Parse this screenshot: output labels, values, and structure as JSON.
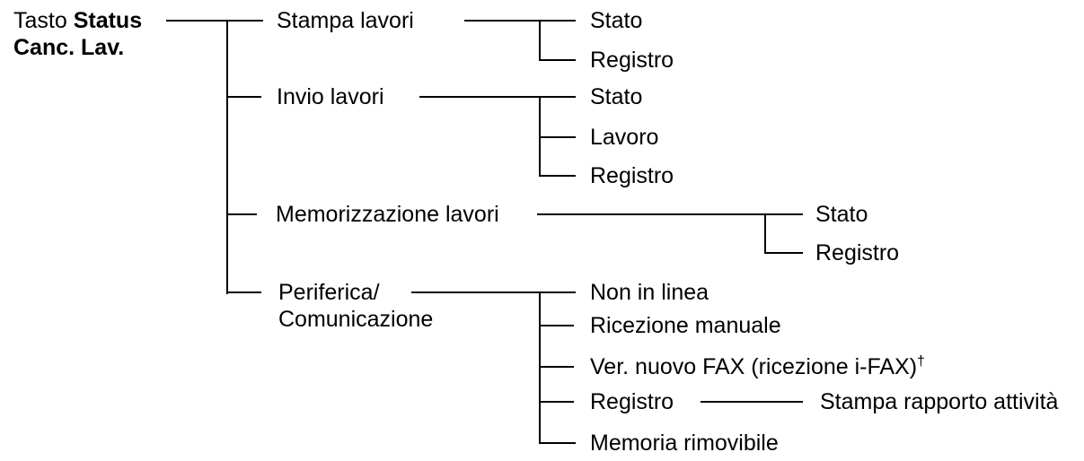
{
  "colors": {
    "background": "#ffffff",
    "text": "#000000",
    "line": "#000000"
  },
  "tree": {
    "root": {
      "line1_normal": "Tasto ",
      "line1_bold": "Status",
      "line2_bold": "Canc. Lav."
    },
    "branches": [
      {
        "label": "Stampa lavori",
        "children": [
          {
            "label": "Stato"
          },
          {
            "label": "Registro"
          }
        ]
      },
      {
        "label": "Invio lavori",
        "children": [
          {
            "label": "Stato"
          },
          {
            "label": "Lavoro"
          },
          {
            "label": "Registro"
          }
        ]
      },
      {
        "label": "Memorizzazione lavori",
        "children": [
          {
            "label": "Stato"
          },
          {
            "label": "Registro"
          }
        ]
      },
      {
        "label_line1": "Periferica/",
        "label_line2": "Comunicazione",
        "children": [
          {
            "label": "Non in linea"
          },
          {
            "label": "Ricezione manuale"
          },
          {
            "label": "Ver. nuovo FAX (ricezione i-FAX)",
            "footnote_marker": "†"
          },
          {
            "label": "Registro",
            "children": [
              {
                "label": "Stampa rapporto attività"
              }
            ]
          },
          {
            "label": "Memoria rimovibile"
          }
        ]
      }
    ]
  }
}
